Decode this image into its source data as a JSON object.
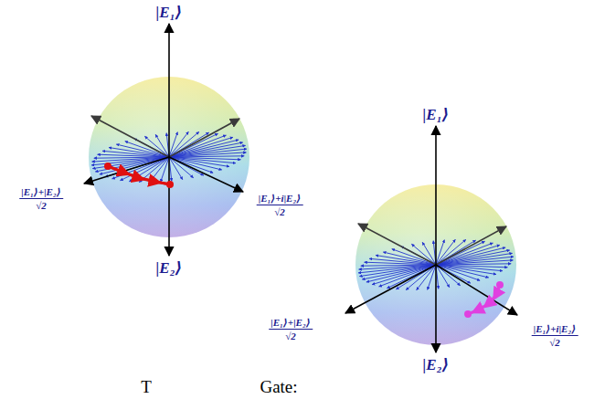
{
  "diagram": {
    "labels": [
      "|E₁⟩",
      "|E₁⟩+|E₂⟩",
      "√2",
      "|E₁⟩+i|E₂⟩",
      "√2",
      "|E₂⟩",
      "|E₁⟩",
      "|E₁⟩+|E₂⟩",
      "√2",
      "|E₁⟩+i|E₂⟩",
      "√2",
      "|E₂⟩",
      "T",
      "Gate:"
    ]
  }
}
